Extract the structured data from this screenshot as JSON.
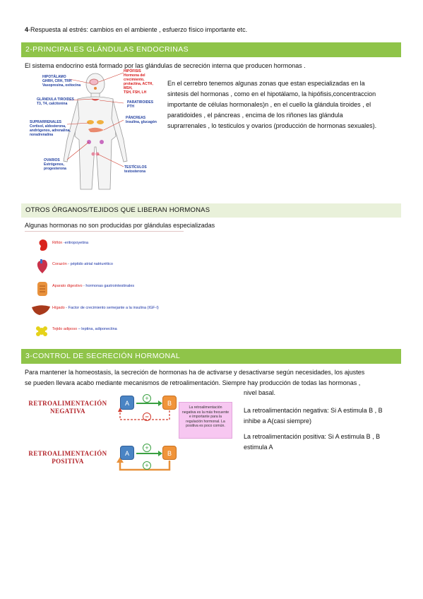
{
  "top_line": {
    "bold": "4",
    "text": "-Respuesta al estrés: cambios en el ambiente , esfuerzo físico importante etc."
  },
  "section2": {
    "title": "2-PRINCIPALES GLÁNDULAS ENDOCRINAS",
    "intro": "El sistema  endocrino está formado por las  glándulas de  secreción interna que producen hormonas .",
    "body_lines": [
      "En el cerrebro tenemos algunas zonas que estan especializadas en la",
      "sintesis del hormonas , como en el hipotálamo, la hipófisis,concentraccion",
      "importante de células hormonales)n , en el cuello la glándula tiroides , el",
      "paratidoides , el páncreas , encima de los riñones las glándula",
      "suprarrenales , lo testiculos y ovarios (producción de hormonas sexuales)."
    ],
    "diagram_labels": {
      "hipofisis": "HIPÓFISIS\nHormona del crecimiento,\nprolactina, ACTH, MSH,\nTSH, FSH, LH",
      "hipotalamo": "HIPOTÁLAMO\nGHRH, CRH, TRH\nVasopresina, oxitocina",
      "tiroides": "GLÁNDULA TIROIDES\nT3, T4, calcitonina",
      "paratiroides": "PARATIROIDES\nPTH",
      "pancreas": "PÁNCREAS\nInsulina, glucagón",
      "suprarrenales": "SUPRARRENALES\nCortisol, aldosterona,\nandrógenos, adrenalina,\nnoradrenalina",
      "ovarios": "OVARIOS\nEstrógenos,\nprogesterona",
      "testiculos": "TESTÍCULOS\ntestosterona"
    }
  },
  "others": {
    "title": "OTROS ÓRGANOS/TEJIDOS QUE LIBERAN HORMONAS",
    "intro": "Algunas hormonas no son producidas por glándulas especializadas",
    "organs": [
      {
        "name": "Riñón",
        "text": " -eritropoyetina"
      },
      {
        "name": "Corazón",
        "text": " - péptido atrial natriurético"
      },
      {
        "name": "Aparato digestivo",
        "text": " - hormonas gastrointestinales"
      },
      {
        "name": "Hígado",
        "text": " - Factor de crecimiento semejante a la insulina (IGF-I)"
      },
      {
        "name": "Tejido adiposo",
        "text": " – leptina, adiponectina"
      }
    ]
  },
  "section3": {
    "title": "3-CONTROL DE SECRECIÓN HORMONAL",
    "intro_line1": "Para mantener la homeostasis, la secreción de hormonas ha de activarse y desactivarse según necesidades, los ajustes",
    "intro_line2": "se pueden llevara acabo mediante mecanismos de retroalimentación. Siempre hay producción de todas las  hormonas ,",
    "intro_line3": "nivel basal.",
    "neg_title": "RETROALIMENTACIÓN\nNEGATIVA",
    "pos_title": "RETROALIMENTACIÓN\nPOSITIVA",
    "box_a": "A",
    "box_b": "B",
    "plus": "+",
    "minus": "−",
    "pink_note": "La retroalimentación negativa es la más frecuente e importante para la regulación hormonal. La positiva es poco común.",
    "neg_desc": "La retroalimentación negativa: Si A estimula B , B inhibe a A(casi siempre)",
    "neg_desc_l1": "La retroalimentación negativa: Si A estimula B , B",
    "neg_desc_l2": "inhibe a A(casi siempre)",
    "pos_desc_l1": "La retroalimentación positiva: Si A estimula B , B",
    "pos_desc_l2": "estimula A"
  }
}
